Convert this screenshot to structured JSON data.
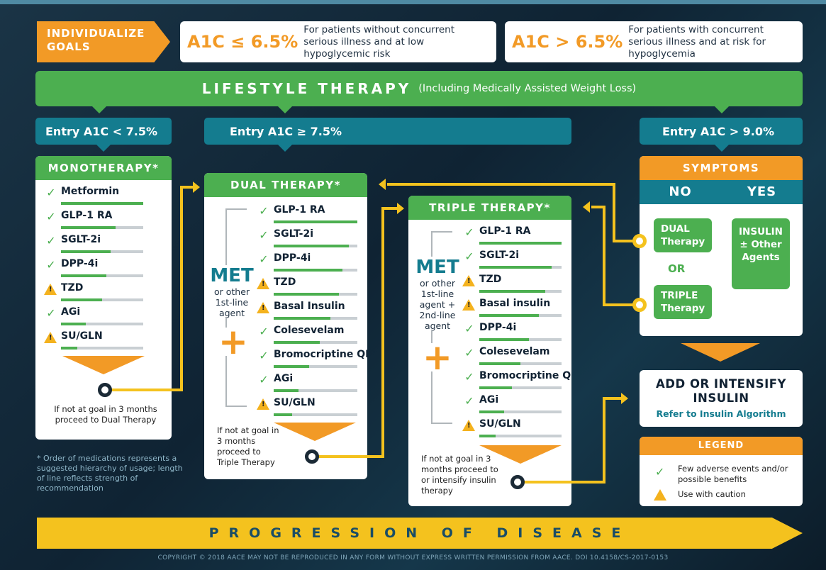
{
  "goals": {
    "label": "INDIVIDUALIZE GOALS",
    "low": {
      "value": "A1C ≤ 6.5%",
      "text": "For patients without concurrent serious illness and at low hypoglycemic risk"
    },
    "high": {
      "value": "A1C > 6.5%",
      "text": "For patients with concurrent serious illness and at risk for hypoglycemia"
    }
  },
  "lifestyle": {
    "title": "LIFESTYLE THERAPY",
    "subtitle": "(Including Medically Assisted Weight Loss)"
  },
  "entries": {
    "low": "Entry A1C < 7.5%",
    "mid": "Entry A1C ≥ 7.5%",
    "high": "Entry A1C > 9.0%"
  },
  "monotherapy": {
    "title": "MONOTHERAPY*",
    "drugs": [
      {
        "name": "Metformin",
        "icon": "check",
        "strength": 1.0
      },
      {
        "name": "GLP-1 RA",
        "icon": "check",
        "strength": 0.66
      },
      {
        "name": "SGLT-2i",
        "icon": "check",
        "strength": 0.6
      },
      {
        "name": "DPP-4i",
        "icon": "check",
        "strength": 0.55
      },
      {
        "name": "TZD",
        "icon": "warning",
        "strength": 0.5
      },
      {
        "name": "AGi",
        "icon": "check",
        "strength": 0.3
      },
      {
        "name": "SU/GLN",
        "icon": "warning",
        "strength": 0.2
      }
    ],
    "note": "If not at goal in 3 months proceed to Dual Therapy"
  },
  "dual": {
    "title": "DUAL THERAPY*",
    "met": "MET",
    "met_sub": "or other 1st-line agent",
    "drugs": [
      {
        "name": "GLP-1 RA",
        "icon": "check",
        "strength": 1.0
      },
      {
        "name": "SGLT-2i",
        "icon": "check",
        "strength": 0.9
      },
      {
        "name": "DPP-4i",
        "icon": "check",
        "strength": 0.82
      },
      {
        "name": "TZD",
        "icon": "warning",
        "strength": 0.78
      },
      {
        "name": "Basal Insulin",
        "icon": "warning",
        "strength": 0.68
      },
      {
        "name": "Colesevelam",
        "icon": "check",
        "strength": 0.55
      },
      {
        "name": "Bromocriptine QR",
        "icon": "check",
        "strength": 0.42
      },
      {
        "name": "AGi",
        "icon": "check",
        "strength": 0.3
      },
      {
        "name": "SU/GLN",
        "icon": "warning",
        "strength": 0.22
      }
    ],
    "note": "If not at goal in 3 months proceed to Triple Therapy"
  },
  "triple": {
    "title": "TRIPLE THERAPY*",
    "met": "MET",
    "met_sub": "or other 1st-line agent + 2nd-line agent",
    "drugs": [
      {
        "name": "GLP-1 RA",
        "icon": "check",
        "strength": 1.0
      },
      {
        "name": "SGLT-2i",
        "icon": "check",
        "strength": 0.88
      },
      {
        "name": "TZD",
        "icon": "warning",
        "strength": 0.8
      },
      {
        "name": "Basal insulin",
        "icon": "warning",
        "strength": 0.72
      },
      {
        "name": "DPP-4i",
        "icon": "check",
        "strength": 0.6
      },
      {
        "name": "Colesevelam",
        "icon": "check",
        "strength": 0.5
      },
      {
        "name": "Bromocriptine QR",
        "icon": "check",
        "strength": 0.4
      },
      {
        "name": "AGi",
        "icon": "check",
        "strength": 0.3
      },
      {
        "name": "SU/GLN",
        "icon": "warning",
        "strength": 0.2
      }
    ],
    "note": "If not at goal in 3 months proceed to or intensify insulin therapy"
  },
  "symptoms": {
    "title": "SYMPTOMS",
    "no": "NO",
    "yes": "YES",
    "dual": "DUAL Therapy",
    "or": "OR",
    "triple": "TRIPLE Therapy",
    "insulin": "INSULIN ± Other Agents"
  },
  "add_insulin": {
    "title": "ADD OR INTENSIFY INSULIN",
    "sub": "Refer to Insulin Algorithm"
  },
  "legend": {
    "title": "LEGEND",
    "check": "Few adverse events and/or possible benefits",
    "caution": "Use with caution"
  },
  "footnote": "Order of medications represents a suggested hierarchy of usage; length of line reflects strength of recommendation",
  "progression": "PROGRESSION OF DISEASE",
  "copyright": "COPYRIGHT © 2018 AACE MAY NOT BE REPRODUCED IN ANY FORM WITHOUT EXPRESS WRITTEN PERMISSION FROM AACE. DOI 10.4158/CS-2017-0153",
  "colors": {
    "green": "#4caf50",
    "teal": "#147c8f",
    "orange": "#f29a26",
    "yellow": "#f4c21e",
    "navy": "#0f2333"
  }
}
